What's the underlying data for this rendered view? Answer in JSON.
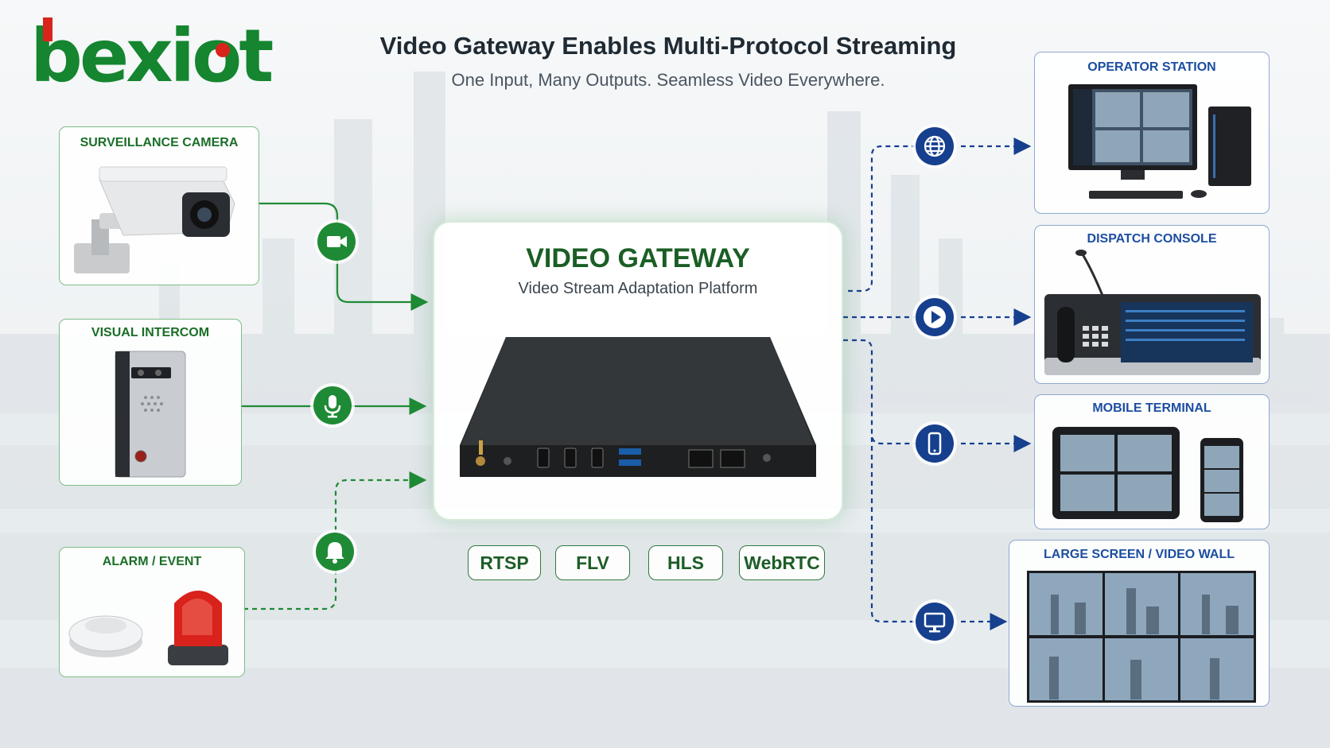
{
  "brand": {
    "logo_text": "bexiot"
  },
  "header": {
    "title": "Video Gateway Enables Multi-Protocol Streaming",
    "subtitle": "One Input, Many Outputs. Seamless Video Everywhere."
  },
  "inputs": [
    {
      "label": "SURVEILLANCE CAMERA",
      "icon": "video-camera-icon"
    },
    {
      "label": "VISUAL INTERCOM",
      "icon": "microphone-icon"
    },
    {
      "label": "ALARM / EVENT",
      "icon": "bell-icon"
    }
  ],
  "gateway": {
    "title": "VIDEO GATEWAY",
    "subtitle": "Video Stream Adaptation Platform"
  },
  "protocols": [
    "RTSP",
    "FLV",
    "HLS",
    "WebRTC"
  ],
  "outputs": [
    {
      "label": "OPERATOR STATION",
      "icon": "globe-icon"
    },
    {
      "label": "DISPATCH CONSOLE",
      "icon": "play-icon"
    },
    {
      "label": "MOBILE TERMINAL",
      "icon": "smartphone-icon"
    },
    {
      "label": "LARGE SCREEN / VIDEO WALL",
      "icon": "monitor-icon"
    }
  ],
  "colors": {
    "brand_green": "#15852f",
    "brand_red": "#d9241c",
    "input_green": "#1f8a35",
    "output_blue": "#163f8e"
  }
}
